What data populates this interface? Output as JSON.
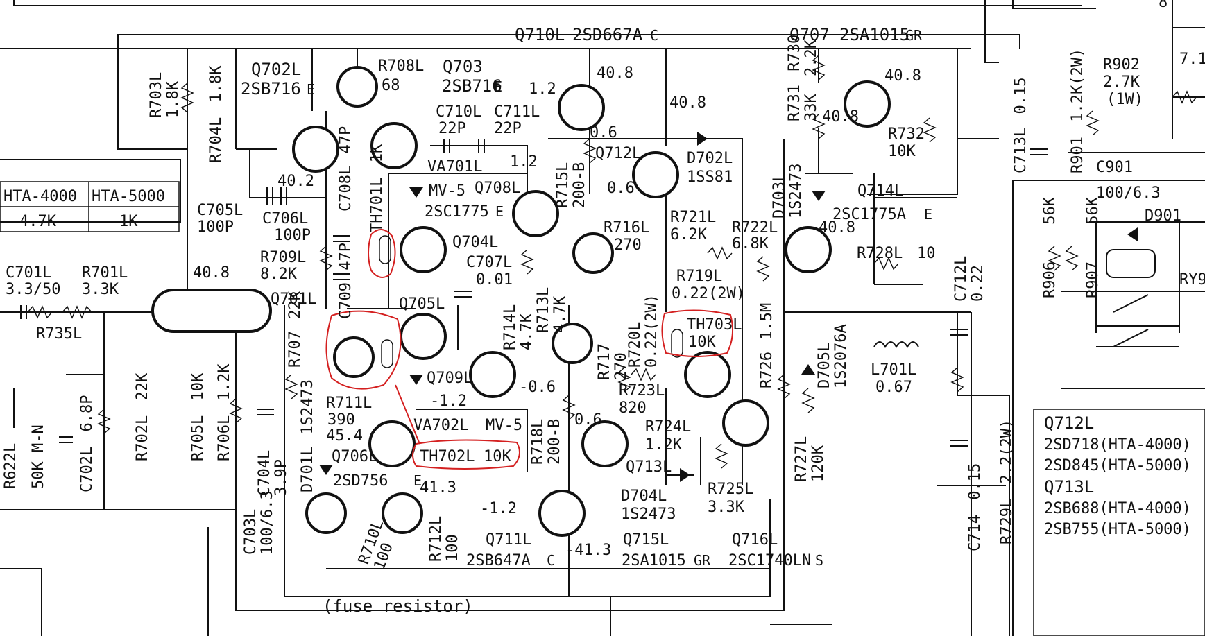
{
  "colors": {
    "ink": "#111111",
    "annotation": "#d42020",
    "paper": "#ffffff"
  },
  "table": {
    "headers": [
      "HTA-4000",
      "HTA-5000"
    ],
    "values": [
      "4.7K",
      "1K"
    ]
  },
  "transistors": {
    "q702l": {
      "ref": "Q702L",
      "part": "2SB716",
      "rank": "E"
    },
    "q703": {
      "ref": "Q703",
      "part": "2SB716",
      "rank": "E"
    },
    "q710l": {
      "ref": "Q710L",
      "part": "2SD667A",
      "rank": "C"
    },
    "q707": {
      "ref": "Q707",
      "part": "2SA1015",
      "rank": "GR"
    },
    "q708l": {
      "ref": "Q708L",
      "part": "2SC1775",
      "rank": "E"
    },
    "q712l": {
      "ref": "Q712L"
    },
    "q714l": {
      "ref": "Q714L",
      "part": "2SC1775A",
      "rank": "E"
    },
    "q704l": {
      "ref": "Q704L"
    },
    "q705l": {
      "ref": "Q705L"
    },
    "q701l": {
      "ref": "Q701L"
    },
    "q709l": {
      "ref": "Q709L"
    },
    "q706l": {
      "ref": "Q706L",
      "part": "2SD756",
      "rank": "E"
    },
    "q713l": {
      "ref": "Q713L"
    },
    "q711l": {
      "ref": "Q711L",
      "part": "2SB647A",
      "rank": "C"
    },
    "q715l": {
      "ref": "Q715L",
      "part": "2SA1015",
      "rank": "GR"
    },
    "q716l": {
      "ref": "Q716L",
      "part": "2SC1740LN",
      "rank": "S"
    }
  },
  "resistors": {
    "r703l": {
      "ref": "R703L",
      "value": "1.8K"
    },
    "r704l": {
      "ref": "R704L",
      "value": "1.8K"
    },
    "r708l": {
      "ref": "R708L",
      "value": "68"
    },
    "r709l": {
      "ref": "R709L",
      "value": "8.2K"
    },
    "r701l": {
      "ref": "R701L",
      "value": "3.3K"
    },
    "r735l": {
      "ref": "R735L"
    },
    "r702l": {
      "ref": "R702L",
      "value": "22K"
    },
    "r705l": {
      "ref": "R705L",
      "value": "10K"
    },
    "r706l": {
      "ref": "R706L",
      "value": "1.2K"
    },
    "r707": {
      "ref": "R707",
      "value": "22K"
    },
    "r711l": {
      "ref": "R711L",
      "value": "390"
    },
    "r710l": {
      "ref": "R710L",
      "value": "100"
    },
    "r712l": {
      "ref": "R712L",
      "value": "100"
    },
    "r714l": {
      "ref": "R714L",
      "value": "4.7K"
    },
    "r713l": {
      "ref": "R713L",
      "value": "4.7K"
    },
    "r715l": {
      "ref": "R715L",
      "value": "200-B"
    },
    "r716l": {
      "ref": "R716L",
      "value": "270"
    },
    "r717": {
      "ref": "R717",
      "value": "270"
    },
    "r718l": {
      "ref": "R718L",
      "value": "200-B"
    },
    "r719l": {
      "ref": "R719L",
      "value": "0.22(2W)"
    },
    "r720l": {
      "ref": "R720L",
      "value": "0.22(2W)"
    },
    "r721l": {
      "ref": "R721L",
      "value": "6.2K"
    },
    "r722l": {
      "ref": "R722L",
      "value": "6.8K"
    },
    "r723l": {
      "ref": "R723L",
      "value": "820"
    },
    "r724l": {
      "ref": "R724L",
      "value": "1.2K"
    },
    "r725l": {
      "ref": "R725L",
      "value": "3.3K"
    },
    "r726": {
      "ref": "R726",
      "value": "1.5M"
    },
    "r727l": {
      "ref": "R727L",
      "value": "120K"
    },
    "r728l": {
      "ref": "R728L",
      "value": "10"
    },
    "r729l": {
      "ref": "R729L",
      "value": "2.2(2W)"
    },
    "r730": {
      "ref": "R730",
      "value": "2.2K"
    },
    "r731": {
      "ref": "R731",
      "value": "33K"
    },
    "r732": {
      "ref": "R732",
      "value": "10K"
    },
    "r901": {
      "ref": "R901",
      "value": "1.2K(2W)"
    },
    "r902": {
      "ref": "R902",
      "value": "2.7K",
      "note": "(1W)"
    },
    "r906": {
      "ref": "R906",
      "value": "56K"
    },
    "r907": {
      "ref": "R907",
      "value": "56K"
    },
    "r622l": {
      "ref": "R622L",
      "value": "50K M-N"
    }
  },
  "capacitors": {
    "c701l": {
      "ref": "C701L",
      "value": "3.3/50"
    },
    "c702l": {
      "ref": "C702L",
      "value": "6.8P"
    },
    "c703l": {
      "ref": "C703L",
      "value": "100/6.3"
    },
    "c704l": {
      "ref": "C704L",
      "value": "3.9P"
    },
    "c705l": {
      "ref": "C705L",
      "value": "100P"
    },
    "c706l": {
      "ref": "C706L",
      "value": "100P"
    },
    "c707l": {
      "ref": "C707L",
      "value": "0.01"
    },
    "c708l": {
      "ref": "C708L",
      "value": "47P"
    },
    "c709": {
      "ref": "C709",
      "value": "47P"
    },
    "c710l": {
      "ref": "C710L",
      "value": "22P"
    },
    "c711l": {
      "ref": "C711L",
      "value": "22P"
    },
    "c712l": {
      "ref": "C712L",
      "value": "0.22"
    },
    "c713l": {
      "ref": "C713L",
      "value": "0.15"
    },
    "c714": {
      "ref": "C714",
      "value": "0.15"
    },
    "c901": {
      "ref": "C901",
      "value": "100/6.3"
    }
  },
  "diodes": {
    "d701l": {
      "ref": "D701L",
      "part": "1S2473"
    },
    "d702l": {
      "ref": "D702L",
      "part": "1SS81"
    },
    "d703l": {
      "ref": "D703L",
      "part": "1S2473"
    },
    "d704l": {
      "ref": "D704L",
      "part": "1S2473"
    },
    "d705l": {
      "ref": "D705L",
      "part": "1S2076A"
    },
    "d901": {
      "ref": "D901"
    },
    "va701l": {
      "ref": "VA701L",
      "part": "MV-5"
    },
    "va702l": {
      "ref": "VA702L",
      "part": "MV-5"
    }
  },
  "thermistors": {
    "th701l": {
      "ref": "TH701L",
      "value": "1K"
    },
    "th702l": {
      "ref": "TH702L",
      "value": "10K"
    },
    "th703l": {
      "ref": "TH703L",
      "value": "10K"
    }
  },
  "inductors": {
    "l701l": {
      "ref": "L701L",
      "value": "0.67"
    }
  },
  "relay": {
    "ref": "RY9"
  },
  "voltages": {
    "v40_8a": "40.8",
    "v40_8b": "40.8",
    "v40_8c": "40.8",
    "v40_8d": "40.8",
    "v40_8e": "40.8",
    "v40_8f": "40.8",
    "v40_2": "40.2",
    "v1_2a": "1.2",
    "v1_2b": "1.2",
    "v0_6a": "0.6",
    "v0_6b": "0.6",
    "v0_6c": "0.6",
    "vn0_6": "-0.6",
    "vn1_2a": "-1.2",
    "vn1_2b": "-1.2",
    "v45_4": "45.4",
    "v41_3": "41.3",
    "vn41_3": "-41.3",
    "v7_1": "7.1",
    "v8": "8"
  },
  "footer": {
    "fuse_note": "(fuse resistor)"
  },
  "notes": {
    "q712l_title": "Q712L",
    "q712l_hta4000": "2SD718(HTA-4000)",
    "q712l_hta5000": "2SD845(HTA-5000)",
    "q713l_title": "Q713L",
    "q713l_hta4000": "2SB688(HTA-4000)",
    "q713l_hta5000": "2SB755(HTA-5000)"
  }
}
